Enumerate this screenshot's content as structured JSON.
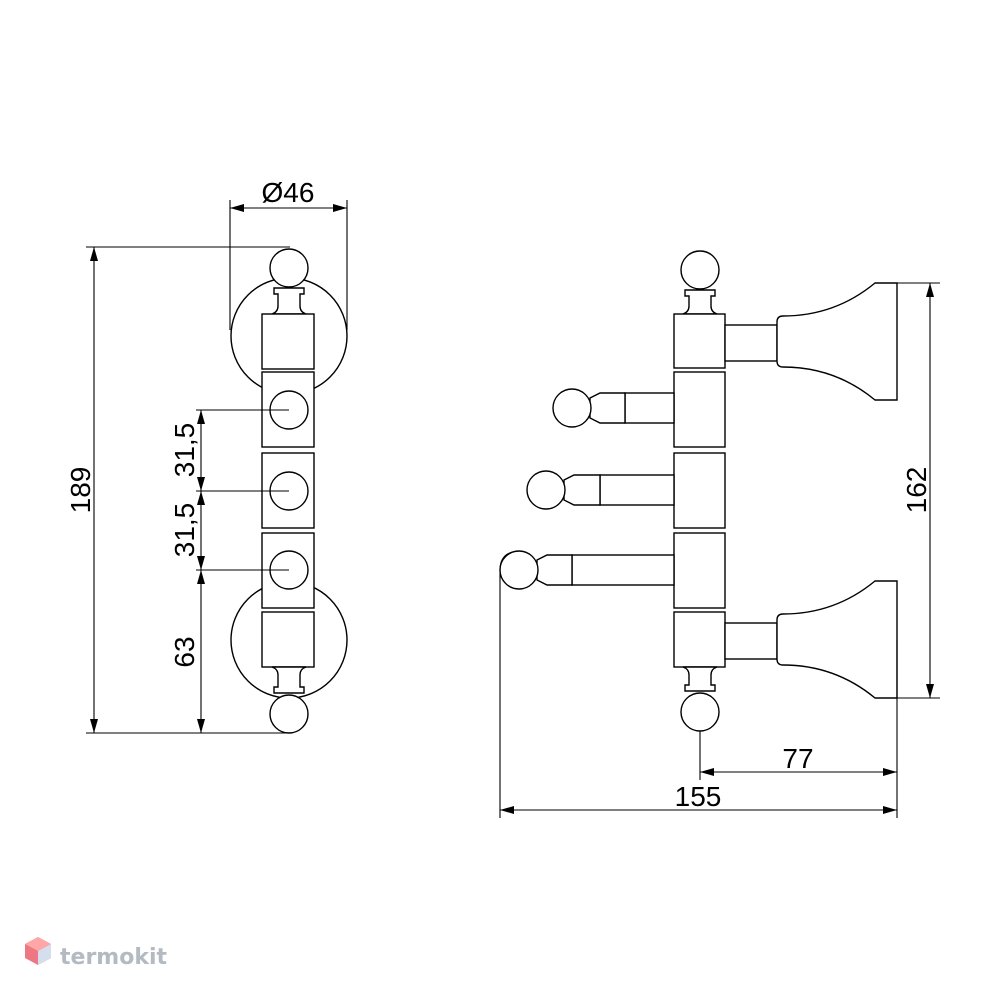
{
  "dimensions": {
    "diameter": "Ø46",
    "total_height": "189",
    "spacing_upper": "31,5",
    "spacing_lower": "31,5",
    "bottom_offset": "63",
    "side_height": "162",
    "arm_offset": "77",
    "total_width": "155"
  },
  "brand": {
    "name": "termokit",
    "text_color": "#9aa3ad",
    "logo_colors": [
      "#e84b5a",
      "#ff8a8a",
      "#c7d3e8"
    ]
  },
  "colors": {
    "line": "#000000",
    "background": "#ffffff"
  }
}
